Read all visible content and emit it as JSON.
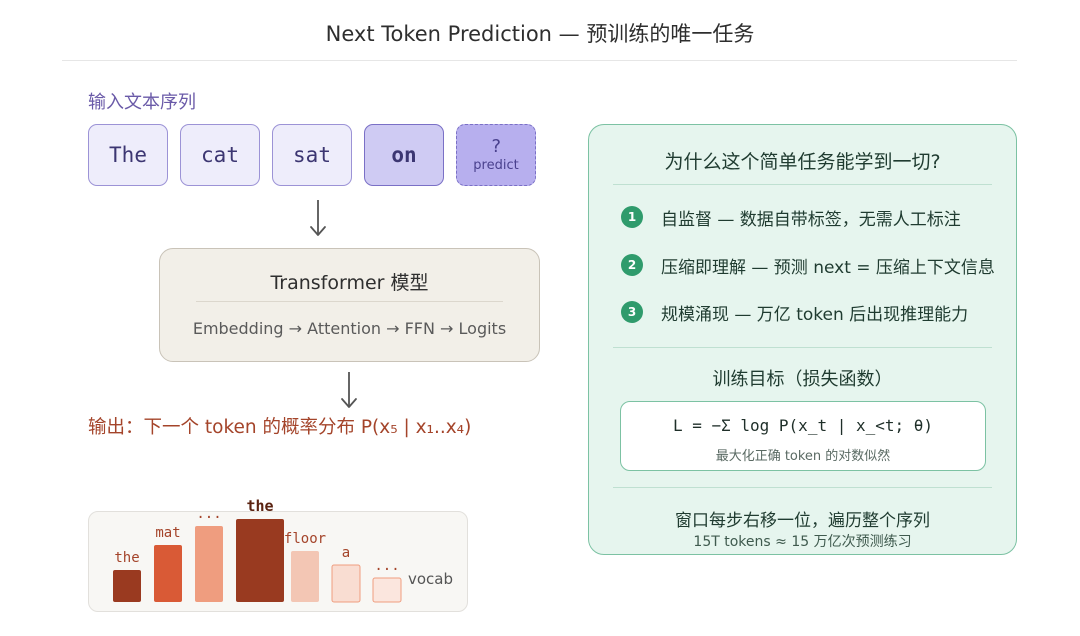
{
  "title": "Next Token Prediction — 预训练的唯一任务",
  "input": {
    "label": "输入文本序列",
    "tokens": [
      "The",
      "cat",
      "sat",
      "on"
    ],
    "predict_token": {
      "symbol": "?",
      "caption": "predict"
    }
  },
  "model": {
    "title": "Transformer 模型",
    "flow": "Embedding → Attention → FFN → Logits"
  },
  "output": {
    "label": "输出：下一个 token 的概率分布 P(x₅ | x₁..x₄)"
  },
  "chart_data": {
    "type": "bar",
    "categories": [
      "the",
      "mat",
      "...",
      "the",
      "floor",
      "a",
      "..."
    ],
    "values": [
      0.32,
      0.57,
      0.76,
      0.83,
      0.51,
      0.37,
      0.24
    ],
    "highlight_index": 3,
    "unit_label": "vocab",
    "colors": [
      "#9a3a20",
      "#d95a36",
      "#ef9d7f",
      "#993a20",
      "#f3c6b4",
      "#f9ddd2",
      "#fbe6de"
    ]
  },
  "panel": {
    "title": "为什么这个简单任务能学到一切?",
    "reasons": [
      {
        "num": "1",
        "text": "自监督 — 数据自带标签，无需人工标注"
      },
      {
        "num": "2",
        "text": "压缩即理解 — 预测 next = 压缩上下文信息"
      },
      {
        "num": "3",
        "text": "规模涌现 — 万亿 token 后出现推理能力"
      }
    ],
    "objective_label": "训练目标（损失函数）",
    "formula": "L = −Σ log P(x_t | x_<t; θ)",
    "formula_note": "最大化正确 token 的对数似然",
    "window_text": "窗口每步右移一位，遍历整个序列",
    "tokens_text": "15T tokens ≈ 15 万亿次预测练习"
  },
  "colors": {
    "token_border": "#9c93d6",
    "token_fill": "#eeedfb",
    "panel_border": "#7cc2a3",
    "panel_fill": "#e6f5ee",
    "output_text": "#a4442a",
    "badge": "#2f9b6c"
  }
}
